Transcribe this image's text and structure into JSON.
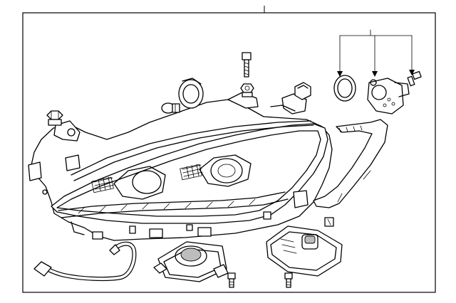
{
  "diagram": {
    "parts": [
      {
        "id": "headlamp-assembly",
        "icon": "headlamp-icon"
      },
      {
        "id": "bulb",
        "icon": "bulb-icon"
      },
      {
        "id": "dust-cap-left",
        "icon": "dust-cap-icon"
      },
      {
        "id": "bolt-top",
        "icon": "bolt-icon"
      },
      {
        "id": "nut-top",
        "icon": "nut-icon"
      },
      {
        "id": "clip-top-right",
        "icon": "clip-icon"
      },
      {
        "id": "nut-left",
        "icon": "nut-icon"
      },
      {
        "id": "seal-ring",
        "icon": "seal-ring-icon"
      },
      {
        "id": "adjuster-motor",
        "icon": "motor-icon"
      },
      {
        "id": "screw-right",
        "icon": "screw-icon"
      },
      {
        "id": "mount-bracket",
        "icon": "bracket-icon"
      },
      {
        "id": "clip-small",
        "icon": "clip-icon"
      },
      {
        "id": "wiring-harness",
        "icon": "harness-icon"
      },
      {
        "id": "control-module",
        "icon": "module-icon"
      },
      {
        "id": "ballast-module",
        "icon": "ballast-icon"
      },
      {
        "id": "screw-bottom-left",
        "icon": "screw-icon"
      },
      {
        "id": "screw-bottom-right",
        "icon": "screw-icon"
      }
    ]
  }
}
